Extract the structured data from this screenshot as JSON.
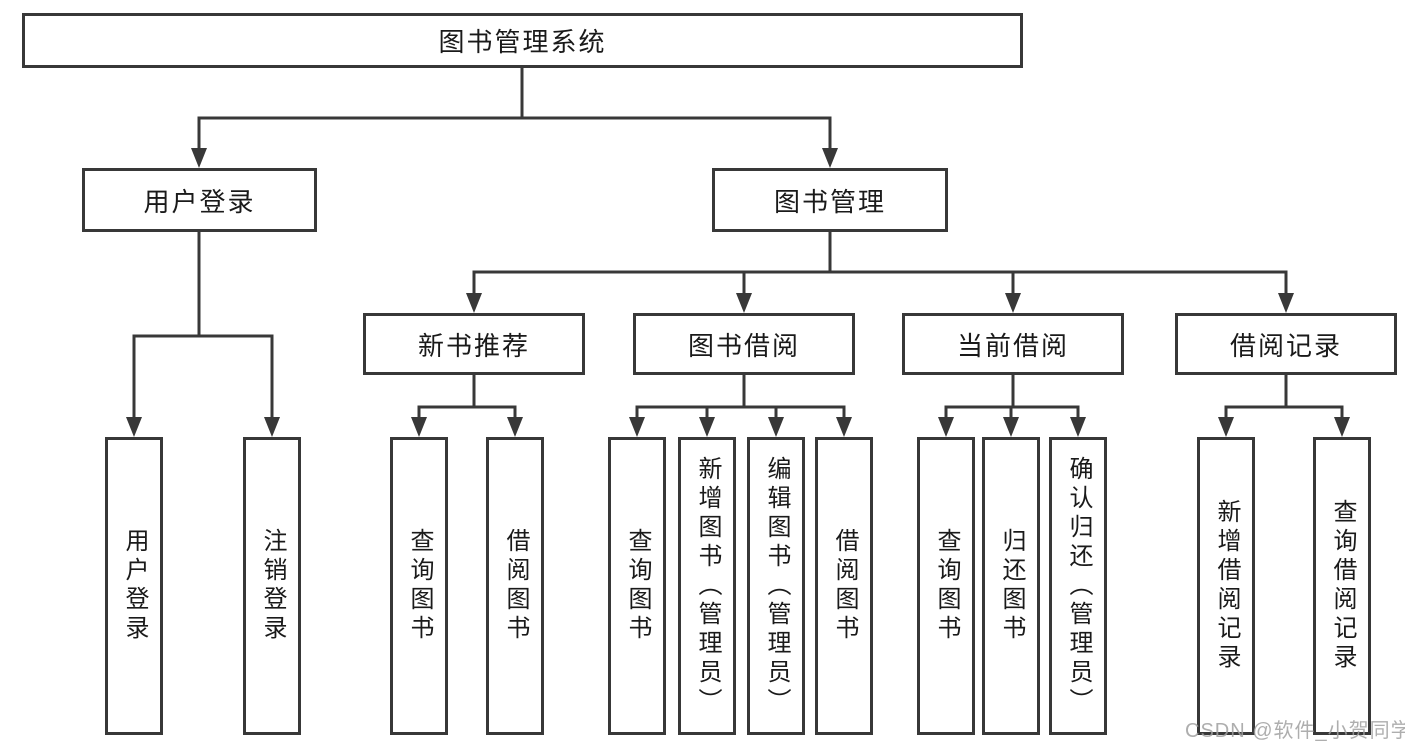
{
  "diagram": {
    "root": {
      "label": "图书管理系统"
    },
    "branches": [
      {
        "label": "用户登录",
        "children": [
          {
            "label": "用户登录"
          },
          {
            "label": "注销登录"
          }
        ]
      },
      {
        "label": "图书管理",
        "children": [
          {
            "label": "新书推荐",
            "children": [
              {
                "label": "查询图书"
              },
              {
                "label": "借阅图书"
              }
            ]
          },
          {
            "label": "图书借阅",
            "children": [
              {
                "label": "查询图书"
              },
              {
                "label": "新增图书（管理员）"
              },
              {
                "label": "编辑图书（管理员）"
              },
              {
                "label": "借阅图书"
              }
            ]
          },
          {
            "label": "当前借阅",
            "children": [
              {
                "label": "查询图书"
              },
              {
                "label": "归还图书"
              },
              {
                "label": "确认归还（管理员）"
              }
            ]
          },
          {
            "label": "借阅记录",
            "children": [
              {
                "label": "新增借阅记录"
              },
              {
                "label": "查询借阅记录"
              }
            ]
          }
        ]
      }
    ],
    "watermark": "CSDN @软件_小贺同学",
    "colors": {
      "line": "#383838",
      "box_border": "#383838",
      "box_fill": "#ffffff",
      "text": "#1a1a1a",
      "watermark": "#a0a0a0"
    }
  }
}
